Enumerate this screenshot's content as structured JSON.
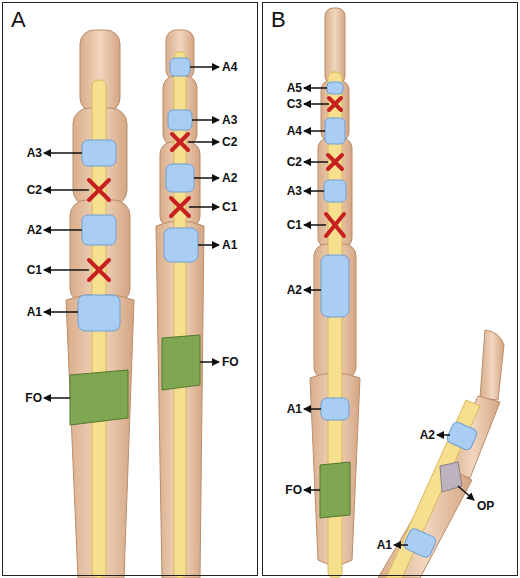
{
  "diagram": {
    "nodes": [
      {
        "text": [
          "A"
        ]
      },
      {
        "text": [
          "B"
        ]
      }
    ],
    "labels": [
      "A3",
      "C2",
      "A2",
      "C1",
      "A1",
      "FO",
      "A4",
      "A3",
      "C2",
      "A2",
      "C1",
      "A1",
      "FO",
      "A5",
      "C3",
      "A4",
      "C2",
      "A3",
      "C1",
      "A2",
      "A1",
      "FO",
      "A2",
      "OP",
      "A1"
    ]
  }
}
